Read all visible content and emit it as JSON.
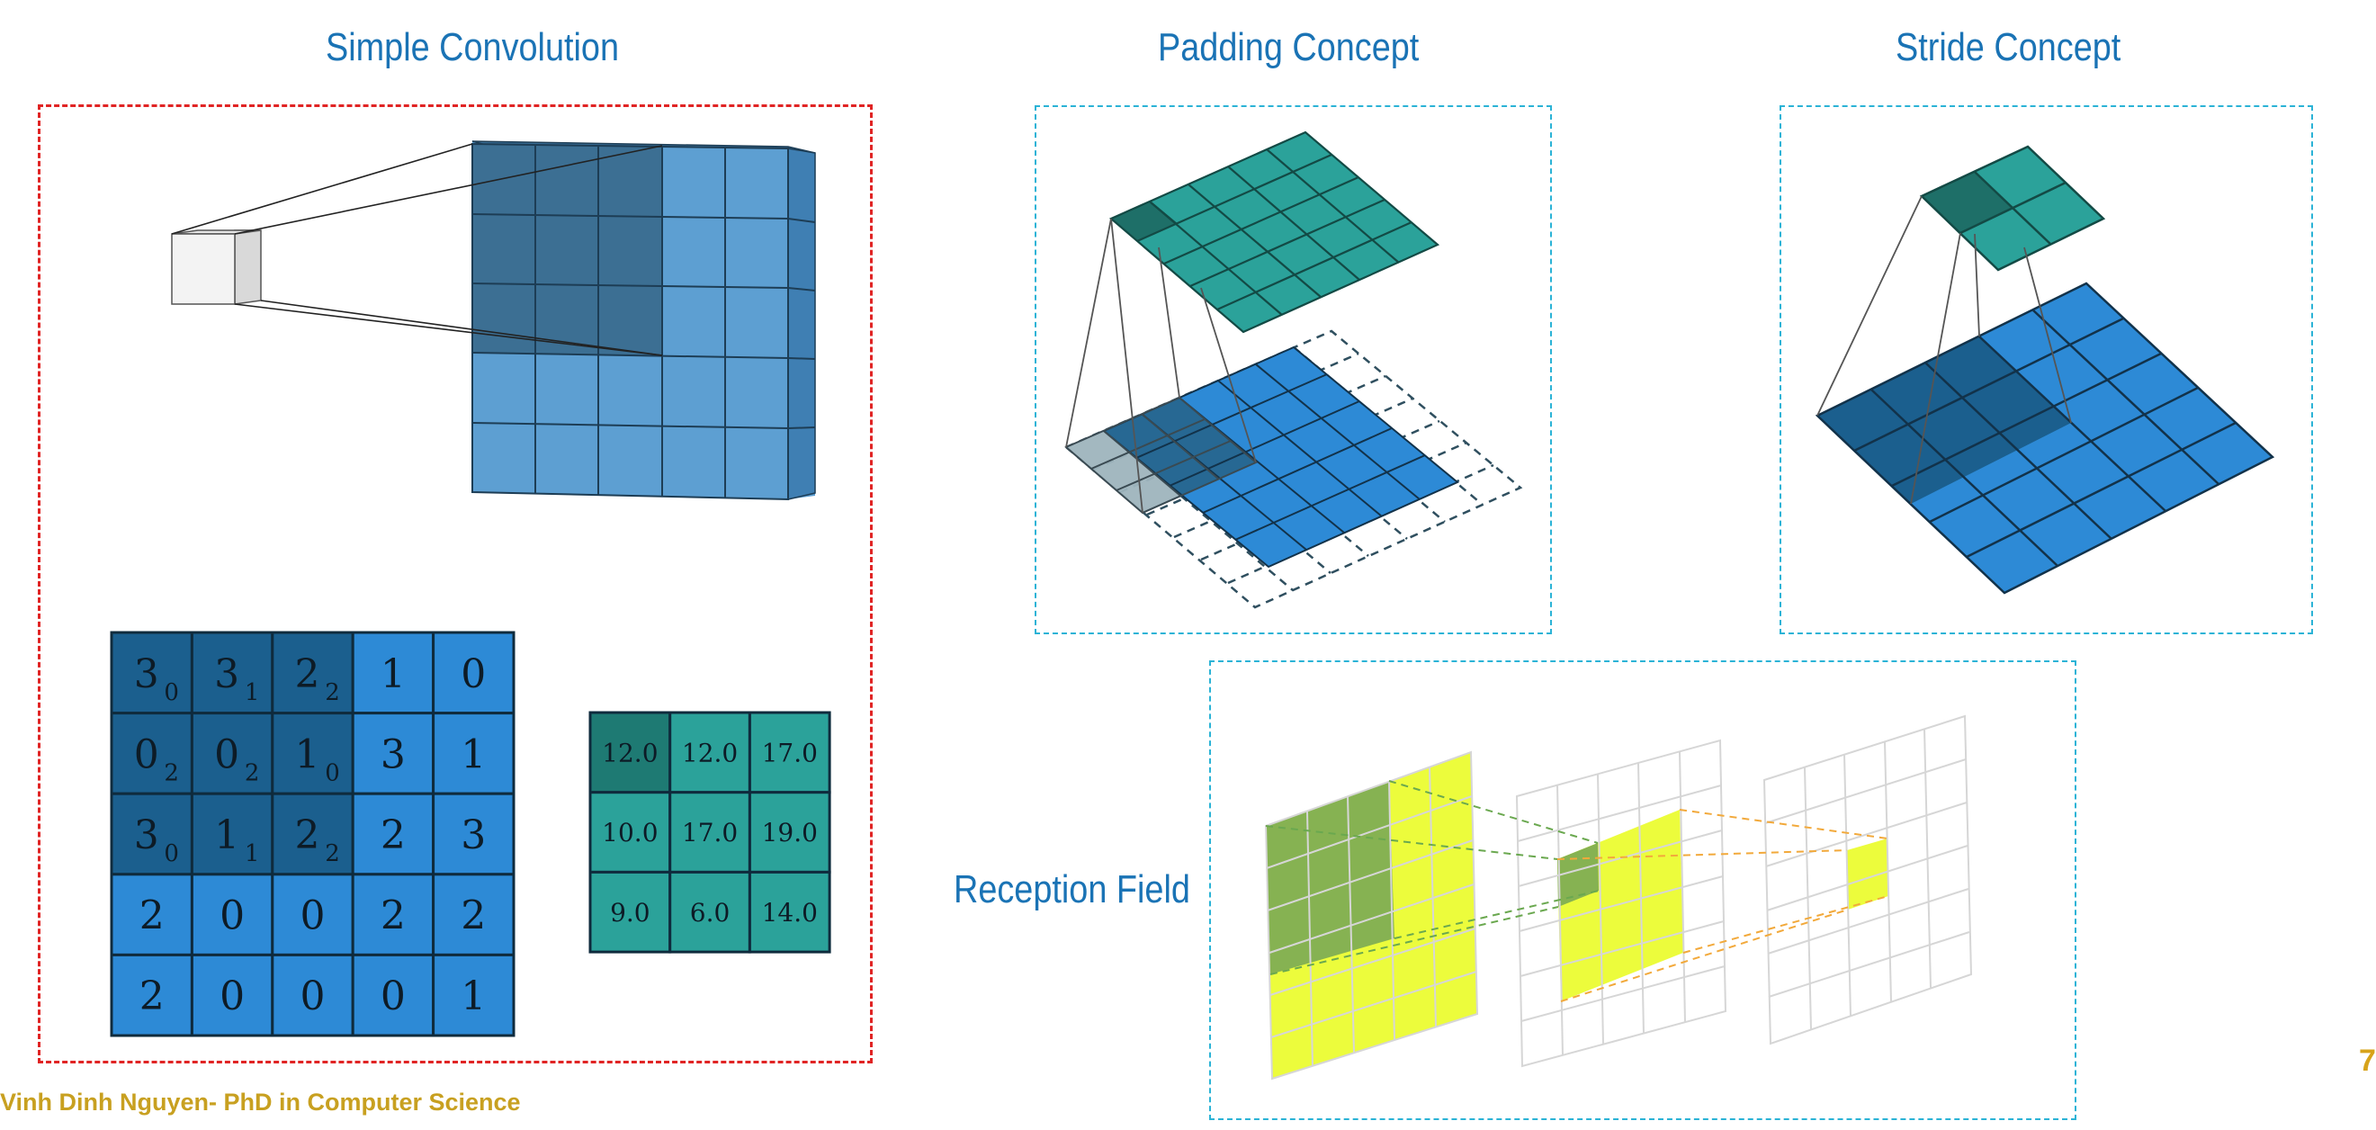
{
  "titles": {
    "simple_convolution": "Simple Convolution",
    "padding_concept": "Padding Concept",
    "stride_concept": "Stride Concept",
    "reception_field": "Reception Field"
  },
  "input_matrix": [
    [
      {
        "v": "3",
        "s": "0"
      },
      {
        "v": "3",
        "s": "1"
      },
      {
        "v": "2",
        "s": "2"
      },
      {
        "v": "1",
        "s": ""
      },
      {
        "v": "0",
        "s": ""
      }
    ],
    [
      {
        "v": "0",
        "s": "2"
      },
      {
        "v": "0",
        "s": "2"
      },
      {
        "v": "1",
        "s": "0"
      },
      {
        "v": "3",
        "s": ""
      },
      {
        "v": "1",
        "s": ""
      }
    ],
    [
      {
        "v": "3",
        "s": "0"
      },
      {
        "v": "1",
        "s": "1"
      },
      {
        "v": "2",
        "s": "2"
      },
      {
        "v": "2",
        "s": ""
      },
      {
        "v": "3",
        "s": ""
      }
    ],
    [
      {
        "v": "2",
        "s": ""
      },
      {
        "v": "0",
        "s": ""
      },
      {
        "v": "0",
        "s": ""
      },
      {
        "v": "2",
        "s": ""
      },
      {
        "v": "2",
        "s": ""
      }
    ],
    [
      {
        "v": "2",
        "s": ""
      },
      {
        "v": "0",
        "s": ""
      },
      {
        "v": "0",
        "s": ""
      },
      {
        "v": "0",
        "s": ""
      },
      {
        "v": "1",
        "s": ""
      }
    ]
  ],
  "output_matrix": [
    [
      "12.0",
      "12.0",
      "17.0"
    ],
    [
      "10.0",
      "17.0",
      "19.0"
    ],
    [
      "9.0",
      "6.0",
      "14.0"
    ]
  ],
  "footer": "Vinh Dinh Nguyen- PhD in Computer Science",
  "page_number": "7",
  "colors": {
    "title_blue": "#1a73b5",
    "dark_blue": "#1b5f8e",
    "light_blue": "#2d8ad6",
    "teal": "#2ba29a",
    "dark_teal": "#1e7a73",
    "yellow": "#ecfc3c",
    "green": "#86b252",
    "red_dash": "#e02424",
    "cyan_dash": "#2bb3d6",
    "footer_gold": "#c8a020"
  }
}
